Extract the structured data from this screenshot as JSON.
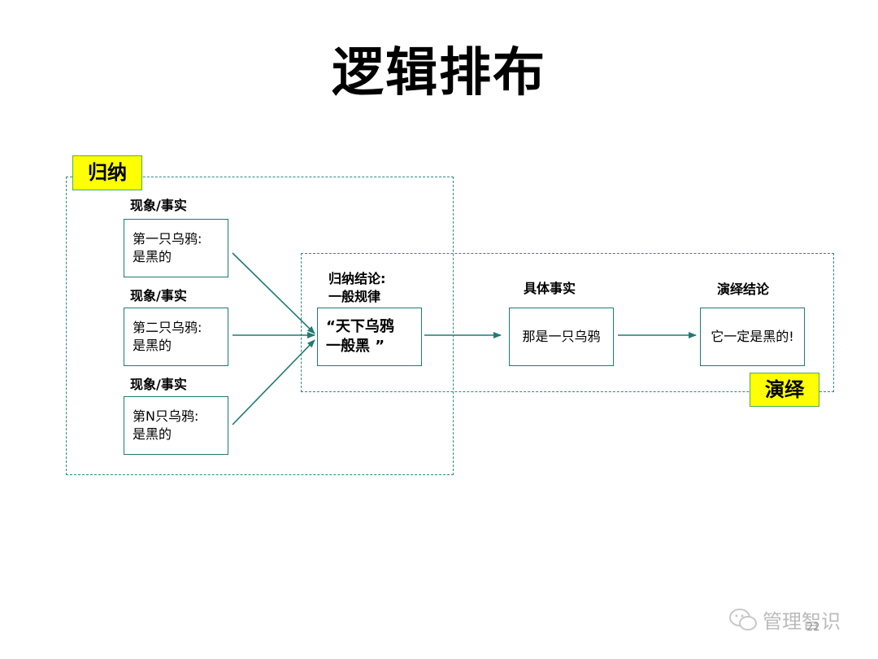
{
  "title": "逻辑排布",
  "induction": {
    "tag": "归纳",
    "facts": [
      {
        "label": "现象/事实",
        "line1": "第一只乌鸦:",
        "line2": "是黑的"
      },
      {
        "label": "现象/事实",
        "line1": "第二只乌鸦:",
        "line2": "是黑的"
      },
      {
        "label": "现象/事实",
        "line1": "第N只乌鸦:",
        "line2": "是黑的"
      }
    ]
  },
  "conclusion": {
    "label_line1": "归纳结论:",
    "label_line2": "一般规律",
    "line1": "“天下乌鸦",
    "line2": "一般黑 ”"
  },
  "deduction": {
    "tag": "演绎",
    "specific_label": "具体事实",
    "specific_text": "那是一只乌鸦",
    "result_label": "演绎结论",
    "result_text": "它一定是黑的!"
  },
  "watermark": "管理智识",
  "page_number": "22",
  "colors": {
    "arrow": "#1f7a73",
    "tag_bg": "#ffff00",
    "dashed": "#2e8b7c"
  }
}
